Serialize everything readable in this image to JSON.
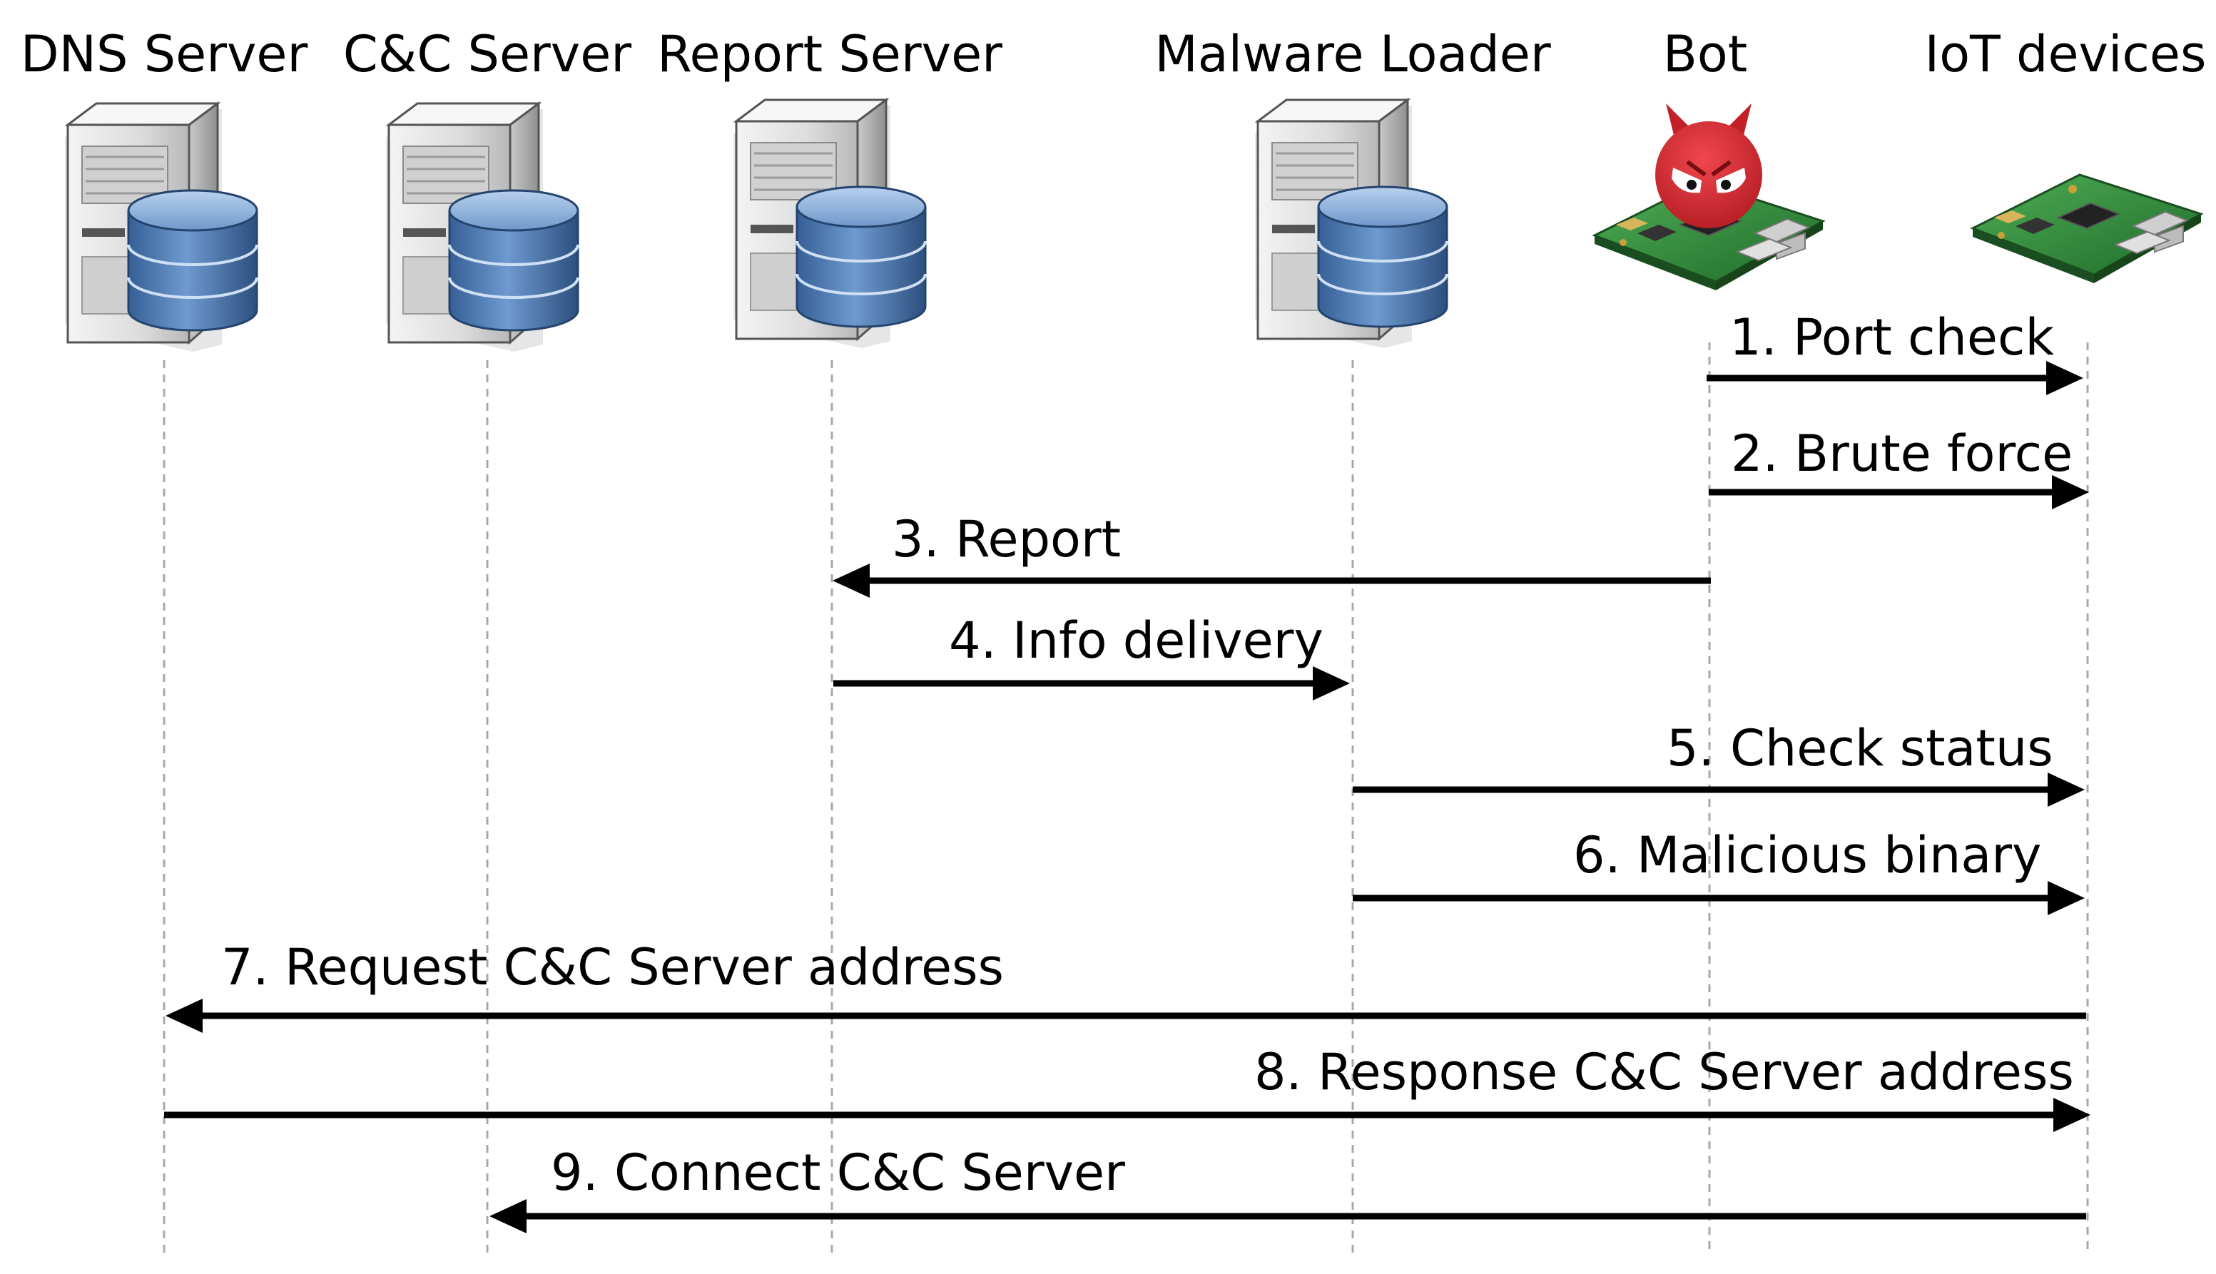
{
  "participants": [
    {
      "id": "dns",
      "label": "DNS Server",
      "icon": "server-database-icon"
    },
    {
      "id": "cc",
      "label": "C&C Server",
      "icon": "server-database-icon"
    },
    {
      "id": "report",
      "label": "Report Server",
      "icon": "server-database-icon"
    },
    {
      "id": "loader",
      "label": "Malware Loader",
      "icon": "server-database-icon"
    },
    {
      "id": "bot",
      "label": "Bot",
      "icon": "infected-circuit-board-icon"
    },
    {
      "id": "iot",
      "label": "IoT devices",
      "icon": "circuit-board-icon"
    }
  ],
  "messages": [
    {
      "label": "1. Port check",
      "from": "bot",
      "to": "iot"
    },
    {
      "label": "2. Brute force",
      "from": "bot",
      "to": "iot"
    },
    {
      "label": "3. Report",
      "from": "bot",
      "to": "report"
    },
    {
      "label": "4. Info delivery",
      "from": "report",
      "to": "loader"
    },
    {
      "label": "5. Check status",
      "from": "loader",
      "to": "iot"
    },
    {
      "label": "6. Malicious binary",
      "from": "loader",
      "to": "iot"
    },
    {
      "label": "7. Request C&C Server address",
      "from": "iot",
      "to": "dns"
    },
    {
      "label": "8. Response C&C Server address",
      "from": "dns",
      "to": "iot"
    },
    {
      "label": "9. Connect C&C Server",
      "from": "iot",
      "to": "cc"
    }
  ],
  "colors": {
    "server_body": "#e4e4e4",
    "database": "#4a79b3",
    "pcb": "#2f8a3a",
    "devil": "#d9282f"
  }
}
